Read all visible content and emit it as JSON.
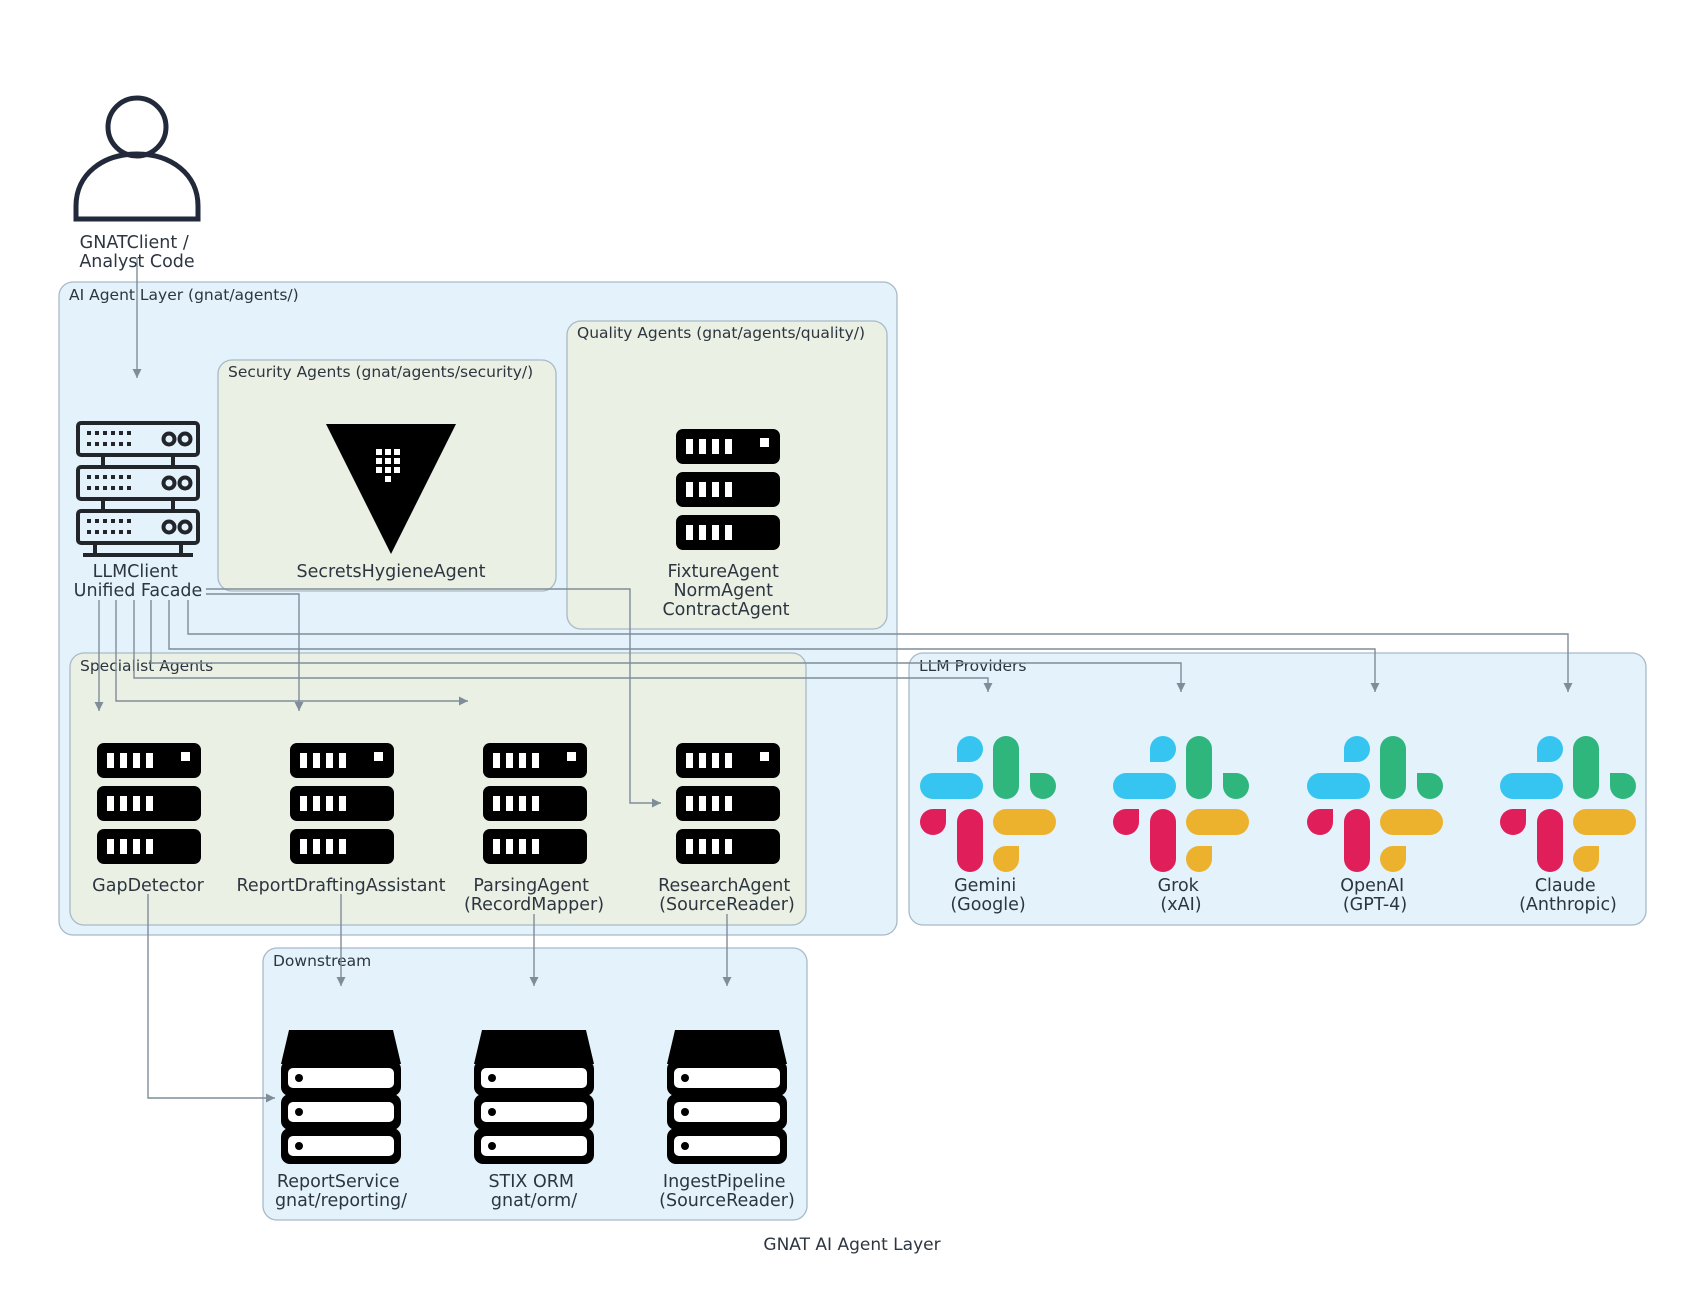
{
  "title": "GNAT AI Agent Layer",
  "colors": {
    "edge": "#7f8d99",
    "outer_cluster_fill": "#e3f2fb",
    "inner_cluster_fill": "#eaf0e4",
    "cluster_border": "#a9b9c6",
    "slack_blue": "#36c5f0",
    "slack_green": "#2eb67d",
    "slack_red": "#e01e5a",
    "slack_yellow": "#ecb22e"
  },
  "clusters": {
    "ai_agent_layer": {
      "label": "AI Agent Layer  (gnat/agents/)"
    },
    "security_agents": {
      "label": "Security Agents  (gnat/agents/security/)"
    },
    "quality_agents": {
      "label": "Quality Agents  (gnat/agents/quality/)"
    },
    "specialist_agents": {
      "label": "Specialist Agents"
    },
    "llm_providers": {
      "label": "LLM Providers"
    },
    "downstream": {
      "label": "Downstream"
    }
  },
  "nodes": {
    "client": {
      "icon": "user-icon",
      "lines": [
        "GNATClient /",
        "Analyst Code"
      ]
    },
    "llmclient": {
      "icon": "server-rack-icon",
      "lines": [
        "LLMClient",
        "Unified Facade"
      ]
    },
    "secrets": {
      "icon": "vault-icon",
      "lines": [
        "SecretsHygieneAgent"
      ]
    },
    "quality": {
      "icon": "server-stack-icon",
      "lines": [
        "FixtureAgent",
        "NormAgent",
        "ContractAgent"
      ]
    },
    "gap": {
      "icon": "server-stack-icon",
      "lines": [
        "GapDetector"
      ]
    },
    "report_draft": {
      "icon": "server-stack-icon",
      "lines": [
        "ReportDraftingAssistant"
      ]
    },
    "parsing": {
      "icon": "server-stack-icon",
      "lines": [
        "ParsingAgent",
        "(RecordMapper)"
      ]
    },
    "research": {
      "icon": "server-stack-icon",
      "lines": [
        "ResearchAgent",
        "(SourceReader)"
      ]
    },
    "gemini": {
      "icon": "slack-icon",
      "lines": [
        "Gemini",
        "(Google)"
      ]
    },
    "grok": {
      "icon": "slack-icon",
      "lines": [
        "Grok",
        "(xAI)"
      ]
    },
    "openai": {
      "icon": "slack-icon",
      "lines": [
        "OpenAI",
        "(GPT-4)"
      ]
    },
    "claude": {
      "icon": "slack-icon",
      "lines": [
        "Claude",
        "(Anthropic)"
      ]
    },
    "report_service": {
      "icon": "database-icon",
      "lines": [
        "ReportService",
        "gnat/reporting/"
      ]
    },
    "stix_orm": {
      "icon": "database-icon",
      "lines": [
        "STIX ORM",
        "gnat/orm/"
      ]
    },
    "ingest": {
      "icon": "database-icon",
      "lines": [
        "IngestPipeline",
        "(SourceReader)"
      ]
    }
  },
  "edges": [
    {
      "from": "client",
      "to": "llmclient"
    },
    {
      "from": "llmclient",
      "to": "gap"
    },
    {
      "from": "llmclient",
      "to": "report_draft"
    },
    {
      "from": "llmclient",
      "to": "parsing"
    },
    {
      "from": "llmclient",
      "to": "research"
    },
    {
      "from": "llmclient",
      "to": "gemini"
    },
    {
      "from": "llmclient",
      "to": "grok"
    },
    {
      "from": "llmclient",
      "to": "openai"
    },
    {
      "from": "llmclient",
      "to": "claude"
    },
    {
      "from": "gap",
      "to": "report_service"
    },
    {
      "from": "report_draft",
      "to": "report_service"
    },
    {
      "from": "parsing",
      "to": "stix_orm"
    },
    {
      "from": "research",
      "to": "ingest"
    }
  ]
}
